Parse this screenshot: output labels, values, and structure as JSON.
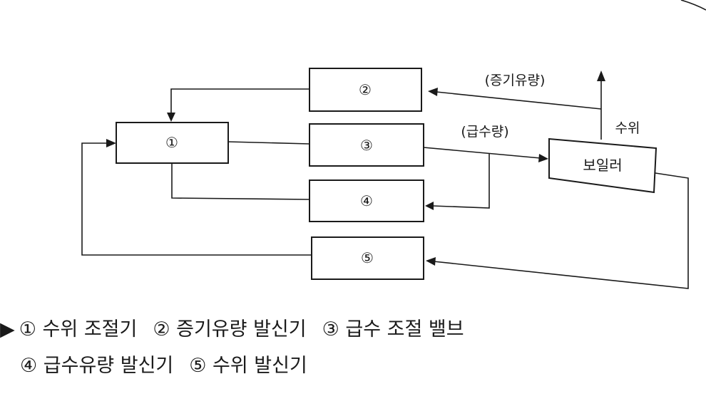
{
  "diagram": {
    "box1": "①",
    "box2": "②",
    "box3": "③",
    "box4": "④",
    "box5": "⑤",
    "boiler": "보일러",
    "steam_flow": "(증기유량)",
    "feed_flow": "(급수량)",
    "water_level": "수위"
  },
  "legend": {
    "marker": "▶",
    "item1": "① 수위 조절기",
    "item2": "② 증기유량 발신기",
    "item3": "③ 급수 조절 밸브",
    "item4": "④ 급수유량 발신기",
    "item5": "⑤ 수위 발신기"
  }
}
